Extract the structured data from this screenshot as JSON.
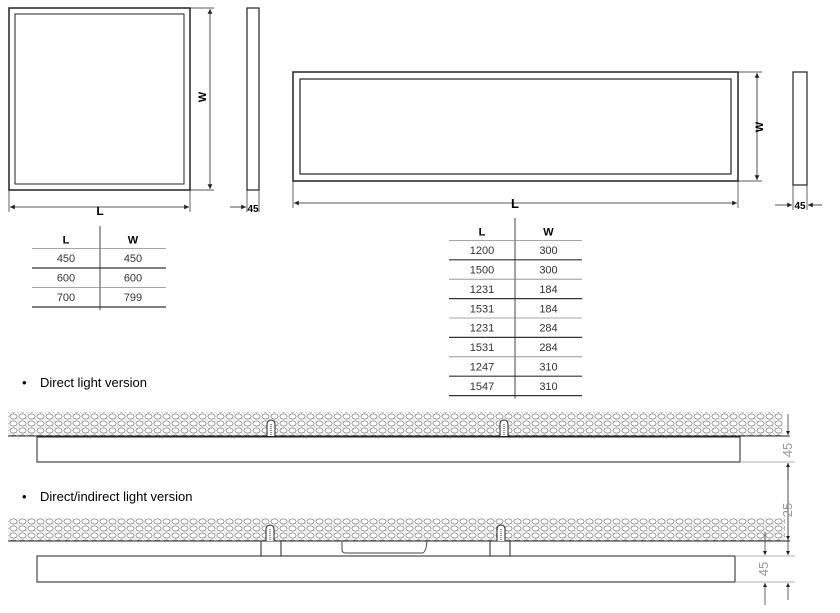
{
  "square_panel": {
    "dim_w": "W",
    "dim_l": "L",
    "dim_h": "45"
  },
  "rect_panel": {
    "dim_w": "W",
    "dim_l": "L",
    "dim_h": "45"
  },
  "table_square": {
    "headers": [
      "L",
      "W"
    ],
    "rows": [
      [
        "450",
        "450"
      ],
      [
        "600",
        "600"
      ],
      [
        "700",
        "799"
      ]
    ]
  },
  "table_rect": {
    "headers": [
      "L",
      "W"
    ],
    "rows": [
      [
        "1200",
        "300"
      ],
      [
        "1500",
        "300"
      ],
      [
        "1231",
        "184"
      ],
      [
        "1531",
        "184"
      ],
      [
        "1231",
        "284"
      ],
      [
        "1531",
        "284"
      ],
      [
        "1247",
        "310"
      ],
      [
        "1547",
        "310"
      ]
    ]
  },
  "section_direct": {
    "bullet": "•",
    "title": "Direct light version",
    "dim_h": "45"
  },
  "section_indirect": {
    "bullet": "•",
    "title": "Direct/indirect light version",
    "dim_gap": "25",
    "dim_h": "45"
  }
}
